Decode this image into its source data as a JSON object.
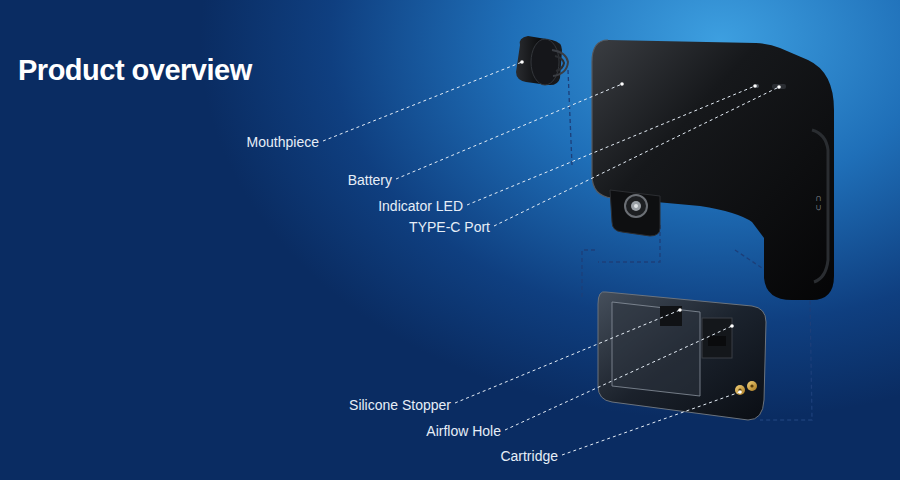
{
  "diagram": {
    "title": "Product overview",
    "labels": [
      "Mouthpiece",
      "Battery",
      "Indicator LED",
      "TYPE-C Port",
      "Silicone Stopper",
      "Airflow Hole",
      "Cartridge"
    ]
  }
}
